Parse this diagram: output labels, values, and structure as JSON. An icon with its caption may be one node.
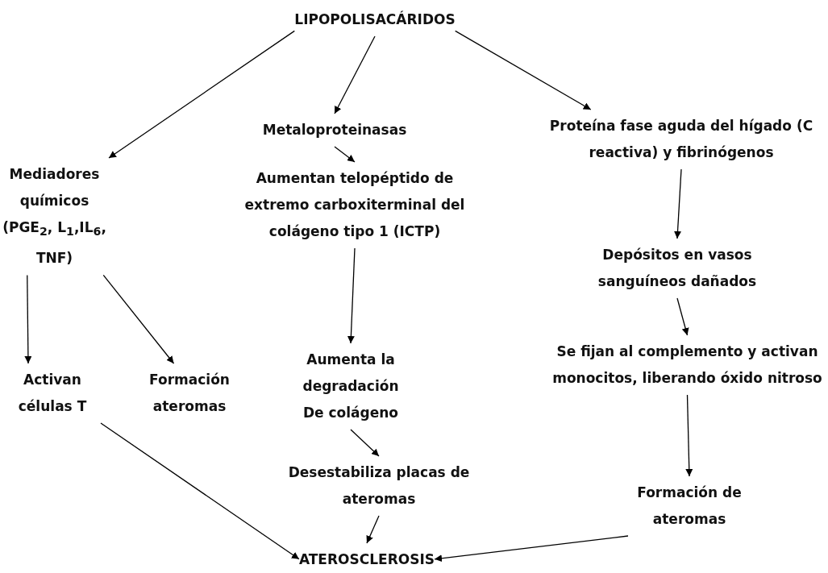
{
  "diagram": {
    "nodes": [
      {
        "text": [
          "LIPOPOLISACÁRIDOS"
        ]
      },
      {
        "text": [
          "Metaloproteinasas"
        ]
      },
      {
        "text": [
          "Proteína fase aguda del hígado (C reactiva) y fibrinógenos"
        ]
      },
      {
        "text": [
          "Mediadores químicos (PGE$_{2}$, L$_{1}$,IL$_{6}$, TNF)"
        ]
      },
      {
        "text": [
          "Aumentan telopéptido de extremo carboxiterminal del colágeno tipo 1 (ICTP)"
        ]
      },
      {
        "text": [
          "Depósitos en vasos sanguíneos dañados"
        ]
      },
      {
        "text": [
          "Activan células T"
        ]
      },
      {
        "text": [
          "Formación ateromas"
        ]
      },
      {
        "text": [
          "Aumenta la degradación De colágeno"
        ]
      },
      {
        "text": [
          "Se fijan al complemento y activan monocitos, liberando óxido nitroso"
        ]
      },
      {
        "text": [
          "Desestabiliza placas de ateromas"
        ]
      },
      {
        "text": [
          "Formación de ateromas"
        ]
      },
      {
        "text": [
          "ATEROSCLEROSIS"
        ]
      }
    ],
    "edges": [
      {
        "from": 0,
        "to": 3,
        "arrow": "to"
      },
      {
        "from": 0,
        "to": 1,
        "arrow": "to"
      },
      {
        "from": 0,
        "to": 2,
        "arrow": "to"
      },
      {
        "from": 1,
        "to": 4,
        "arrow": "to"
      },
      {
        "from": 2,
        "to": 5,
        "arrow": "to"
      },
      {
        "from": 3,
        "to": 6,
        "arrow": "to"
      },
      {
        "from": 3,
        "to": 7,
        "arrow": "to"
      },
      {
        "from": 4,
        "to": 8,
        "arrow": "to"
      },
      {
        "from": 5,
        "to": 9,
        "arrow": "to"
      },
      {
        "from": 8,
        "to": 10,
        "arrow": "to"
      },
      {
        "from": 9,
        "to": 11,
        "arrow": "to"
      },
      {
        "from": 10,
        "to": 12,
        "arrow": "to"
      },
      {
        "from": 6,
        "to": 12,
        "arrow": "to"
      },
      {
        "from": 11,
        "to": 12,
        "arrow": "to"
      }
    ]
  }
}
